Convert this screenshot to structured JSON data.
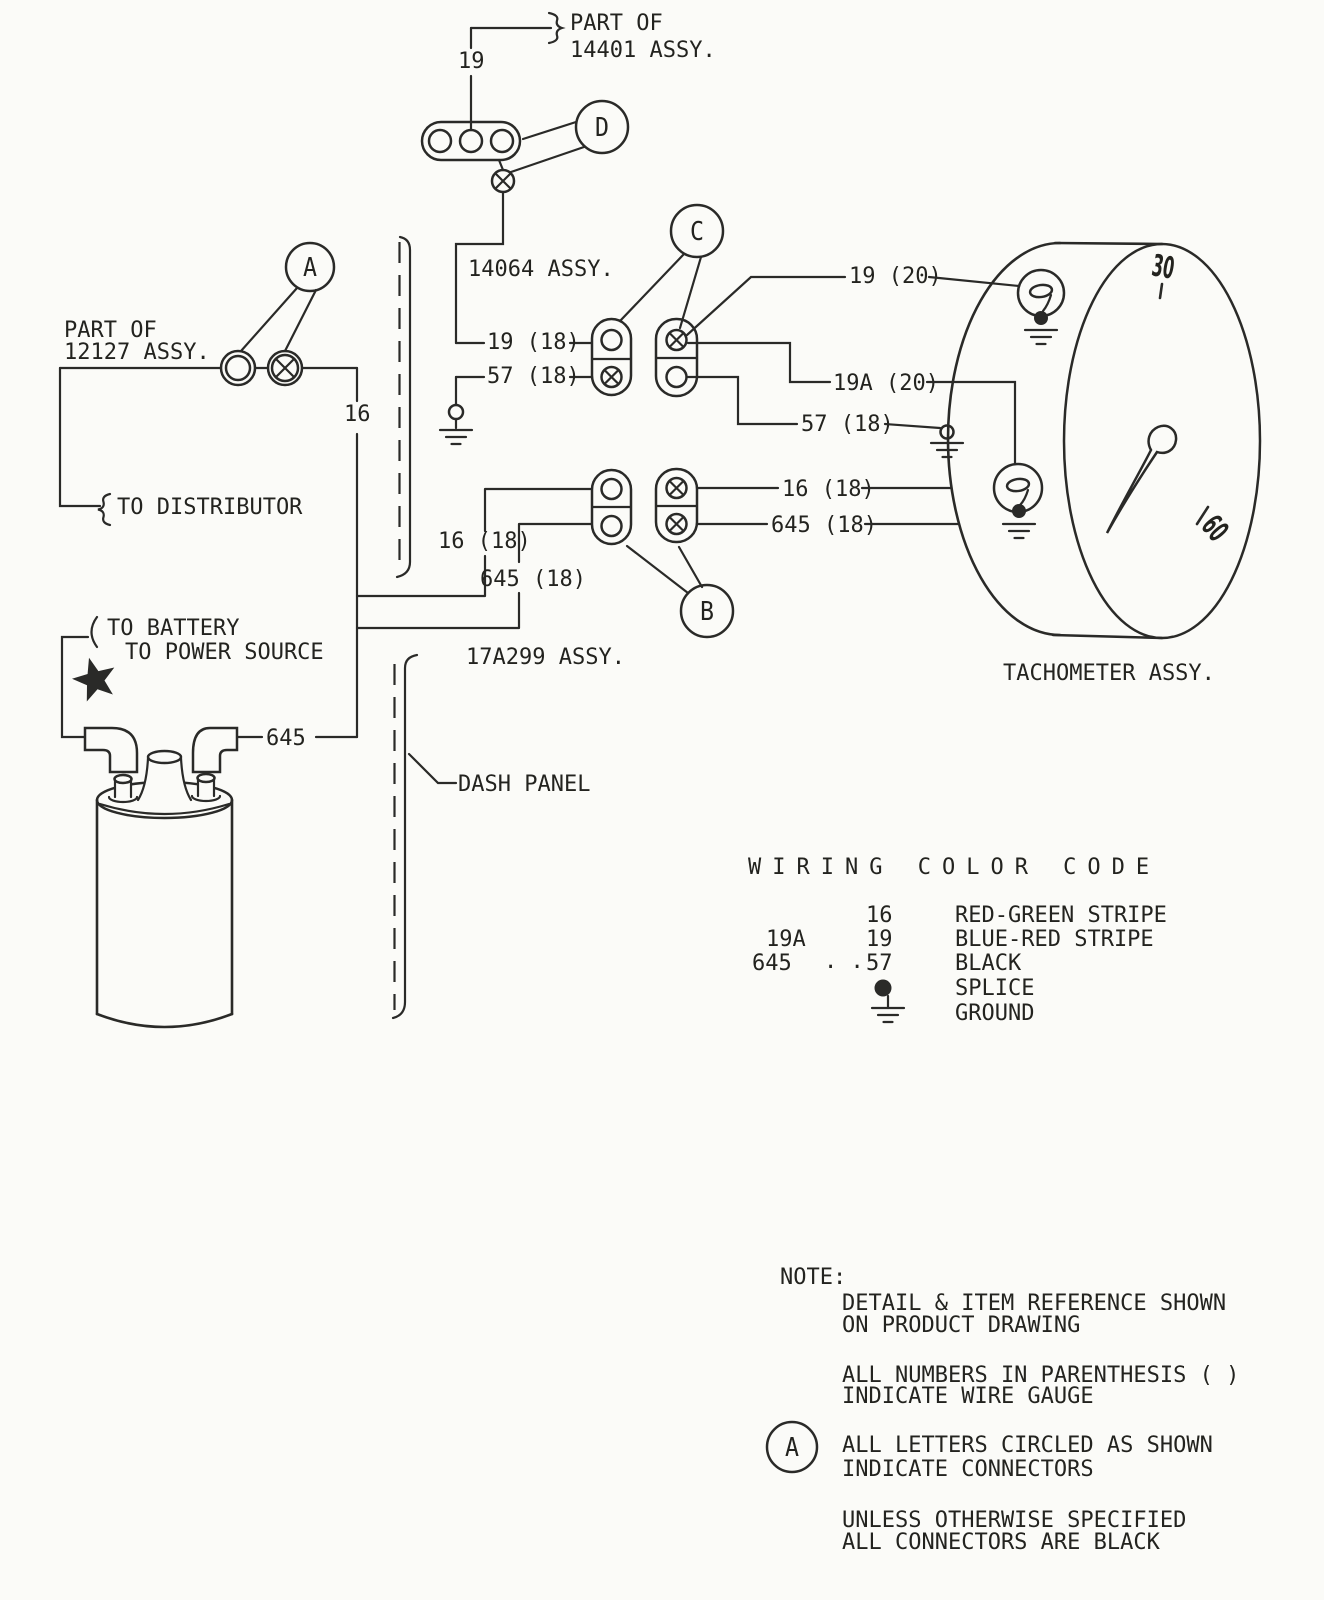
{
  "diagram": {
    "top_assembly": {
      "part_of": "PART OF",
      "assy": "14401 ASSY.",
      "wire_19": "19"
    },
    "connectors": {
      "a": "A",
      "b": "B",
      "c": "C",
      "d": "D"
    },
    "distributor": {
      "part_of": "PART OF",
      "assy": "12127 ASSY.",
      "to_distributor": "TO DISTRIBUTOR",
      "wire_16": "16"
    },
    "harness_14064": {
      "assy": "14064 ASSY.",
      "wire_19_18": "19 (18)",
      "wire_57_18": "57 (18)"
    },
    "tach_wires": {
      "wire_19_20": "19 (20)",
      "wire_19a_20": "19A (20)",
      "wire_57_18": "57 (18)",
      "wire_16_18": "16 (18)",
      "wire_645_18": "645 (18)"
    },
    "harness_17a299": {
      "assy": "17A299 ASSY.",
      "wire_16_18": "16 (18)",
      "wire_645_18": "645 (18)"
    },
    "power": {
      "to_battery": "TO BATTERY",
      "to_power_source": "TO POWER SOURCE",
      "wire_645": "645"
    },
    "dash_panel_label": "DASH PANEL",
    "tachometer": {
      "label": "TACHOMETER ASSY.",
      "dial_30": "30",
      "dial_60": "60"
    }
  },
  "color_code": {
    "title": "WIRING COLOR CODE",
    "rows": [
      {
        "alt": "",
        "code": "16",
        "desc": "RED-GREEN STRIPE"
      },
      {
        "alt": "19A",
        "code": "19",
        "desc": "BLUE-RED STRIPE"
      },
      {
        "alt": "645",
        "dots": ". .",
        "code": "57",
        "desc": "BLACK"
      },
      {
        "symbol": "splice-dot",
        "desc": "SPLICE"
      },
      {
        "symbol": "ground-symbol",
        "desc": "GROUND"
      }
    ]
  },
  "notes": {
    "heading": "NOTE:",
    "note1_line1": "DETAIL & ITEM REFERENCE SHOWN",
    "note1_line2": "ON PRODUCT DRAWING",
    "note2_line1": "ALL NUMBERS IN PARENTHESIS ( )",
    "note2_line2": "INDICATE WIRE GAUGE",
    "connector_example": "A",
    "note3_line1": "ALL LETTERS CIRCLED AS SHOWN",
    "note3_line2": "INDICATE CONNECTORS",
    "note4_line1": "UNLESS OTHERWISE SPECIFIED",
    "note4_line2": "ALL CONNECTORS ARE BLACK"
  },
  "colors": {
    "ink": "#2a2a28",
    "paper": "#fbfbf8"
  }
}
